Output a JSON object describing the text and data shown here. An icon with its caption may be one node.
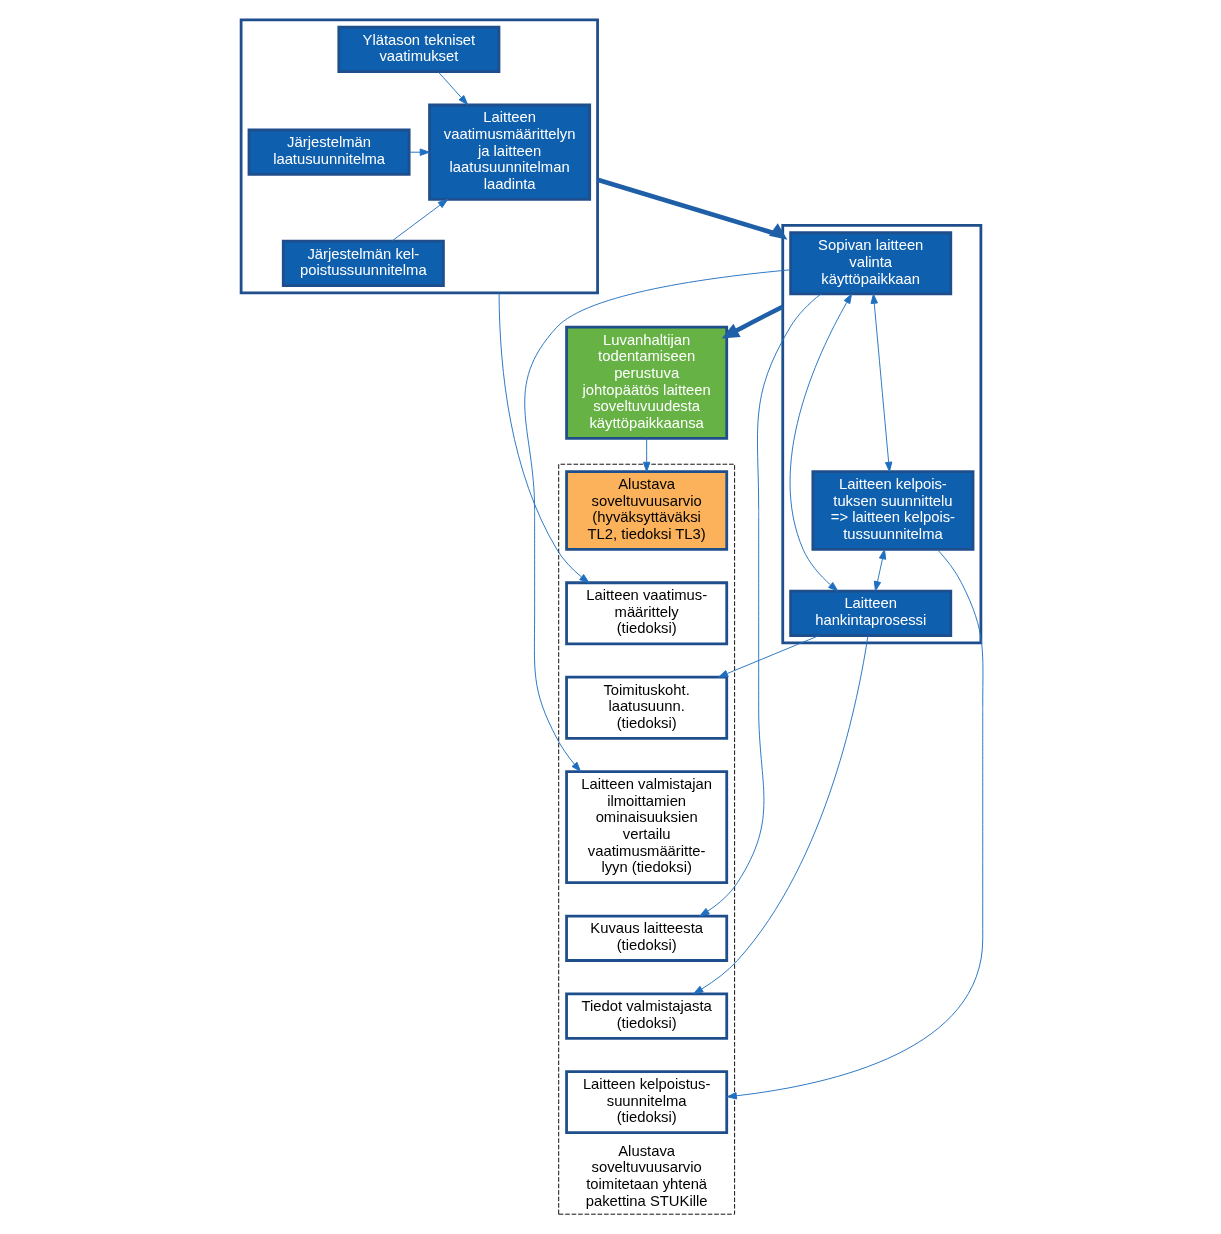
{
  "diagram": {
    "nodes": [
      {
        "text": [],
        "shape": "box"
      },
      {
        "text": [
          "Laitteen vaatimusmäärittelyn ja laitteen laatusuunnitelman laadinta"
        ],
        "in": 0
      },
      {
        "text": [
          "Ylätason tekniset vaatimukset"
        ],
        "in": 0
      },
      {
        "text": [
          "Järjestelmän laatusuunnitelma"
        ],
        "in": 0
      },
      {
        "text": [
          "Järjestelmän kel- poistussuunnitelma"
        ],
        "in": 0
      },
      {
        "text": [],
        "shape": "box"
      },
      {
        "text": [
          "Sopivan laitteen valinta käyttöpaikkaan"
        ],
        "in": 5
      },
      {
        "text": [
          "Laitteen hankintaprosessi"
        ],
        "in": 5
      },
      {
        "text": [
          "Laitteen kelpois- tuksen suunnittelu => laitteen kelpois- tussuunnitelma"
        ],
        "in": 5
      },
      {
        "text": [
          "Luvanhaltijan todentamiseen perustuva johtopäätös laitteen soveltuvuudesta käyttöpaikkaansa"
        ]
      },
      {
        "text": [
          "Alustava soveltuvuusarvio toimitetaan yhtenä pakettina STUKille"
        ]
      },
      {
        "text": [
          "Alustava soveltuvuusarvio (hyväksyttäväksi TL2, tiedoksi TL3)"
        ],
        "in": 10
      },
      {
        "text": [
          "Laitteen vaatimus- määrittely (tiedoksi)"
        ],
        "in": 10
      },
      {
        "text": [
          "Toimituskoht. laatusuunn. (tiedoksi)"
        ],
        "in": 10
      },
      {
        "text": [
          "Laitteen valmistajan ilmoittamien ominaisuuksien vertailu vaatimusmääritte- lyyn (tiedoksi)"
        ],
        "in": 10
      },
      {
        "text": [
          "Kuvaus laitteesta (tiedoksi)"
        ],
        "in": 10
      },
      {
        "text": [
          "Tiedot valmistajasta (tiedoksi)"
        ],
        "in": 10
      },
      {
        "text": [
          "Laitteen kelpoistus- suunnitelma (tiedoksi)"
        ],
        "in": 10
      }
    ],
    "edges": [
      {
        "from": 2,
        "to": 1,
        "arrow": "to"
      },
      {
        "from": 3,
        "to": 1,
        "arrow": "to"
      },
      {
        "from": 4,
        "to": 1,
        "arrow": "to"
      },
      {
        "from": 0,
        "to": 5,
        "arrow": "to",
        "style": "thick"
      },
      {
        "from": 5,
        "to": 9,
        "arrow": "to",
        "style": "thick"
      },
      {
        "from": 6,
        "to": 7,
        "arrow": "both"
      },
      {
        "from": 6,
        "to": 8,
        "arrow": "both"
      },
      {
        "from": 8,
        "to": 7,
        "arrow": "both"
      },
      {
        "from": 9,
        "to": 11,
        "arrow": "to"
      },
      {
        "from": 0,
        "to": 12,
        "arrow": "to"
      },
      {
        "from": 6,
        "to": 14,
        "arrow": "to"
      },
      {
        "from": 6,
        "to": 15,
        "arrow": "to"
      },
      {
        "from": 7,
        "to": 13,
        "arrow": "to"
      },
      {
        "from": 7,
        "to": 16,
        "arrow": "to"
      },
      {
        "from": 8,
        "to": 17,
        "arrow": "to"
      }
    ]
  }
}
